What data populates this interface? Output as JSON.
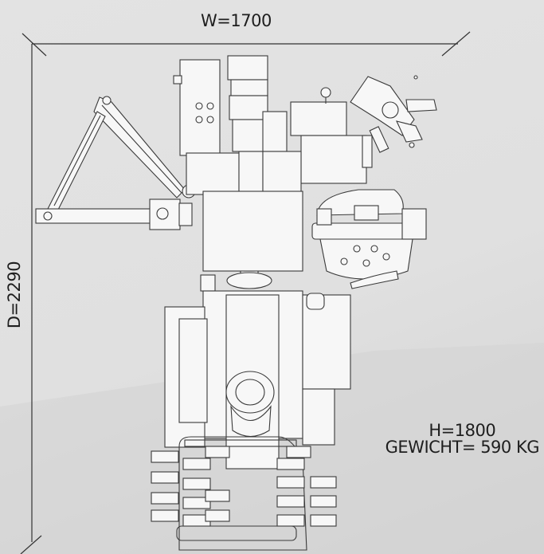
{
  "dimensions": {
    "width_label": "W=1700",
    "depth_label": "D=2290",
    "height_label": "H=1800",
    "weight_label": "GEWICHT= 590 KG"
  },
  "colors": {
    "background": "#e2e2e2",
    "line": "#3a3a3a",
    "machine_fill": "#f7f7f7"
  }
}
